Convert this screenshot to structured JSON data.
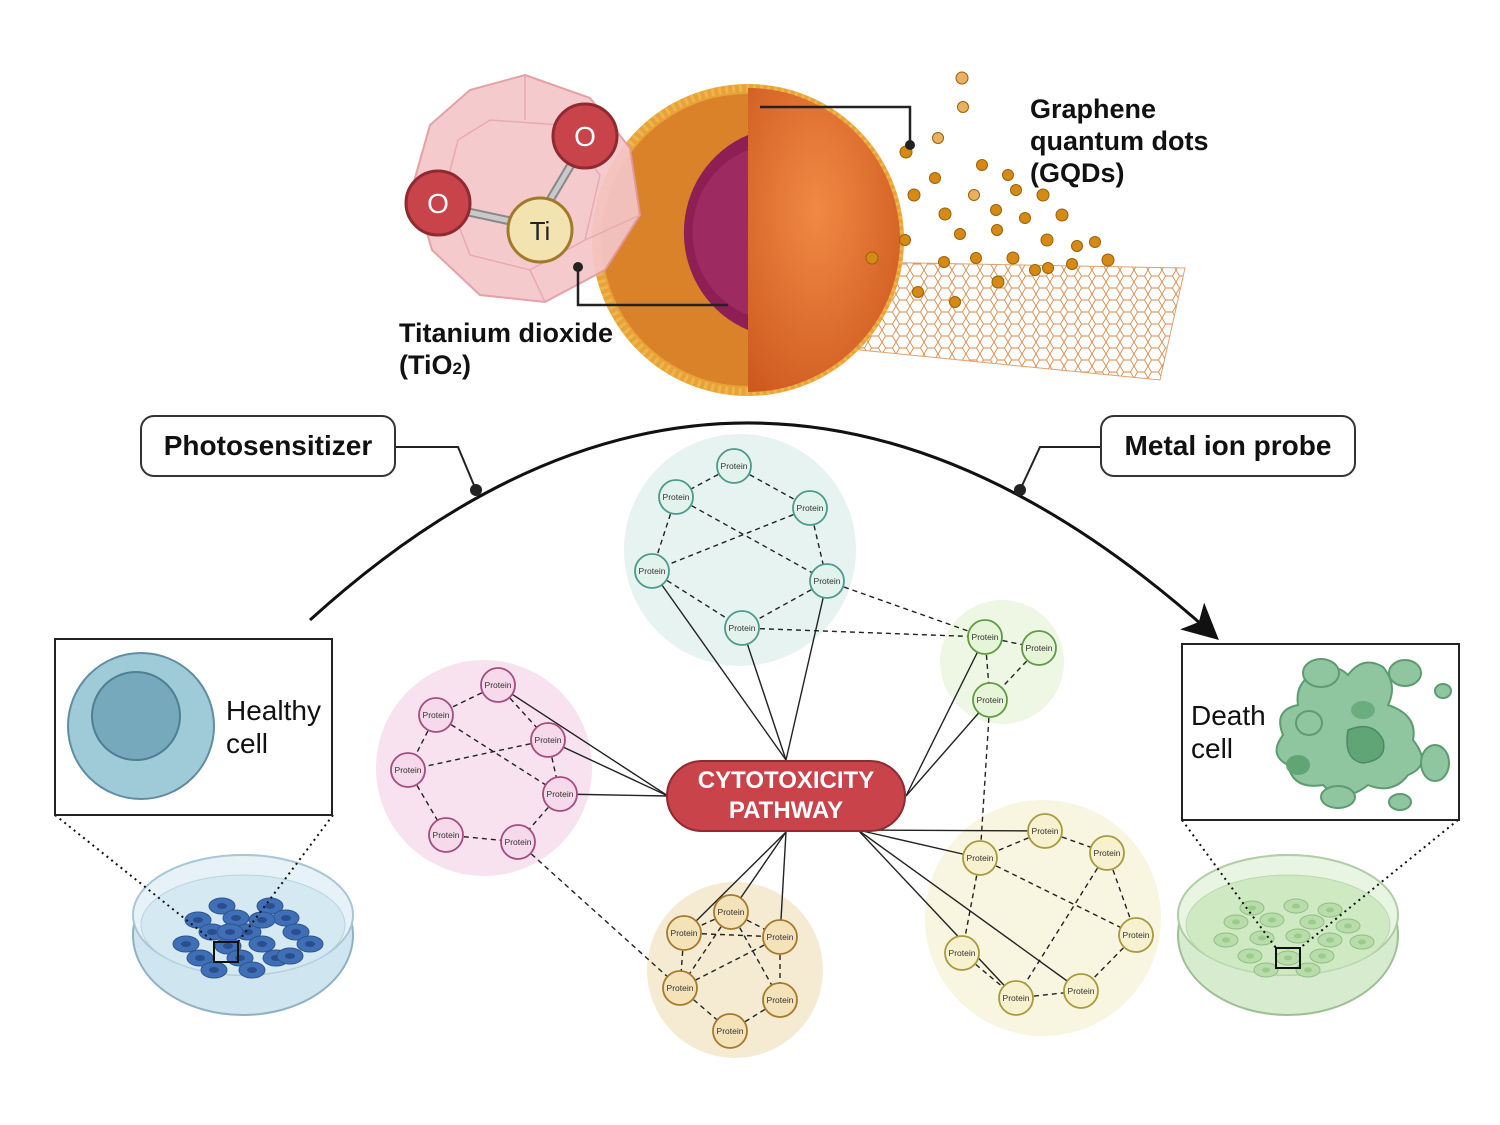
{
  "labels": {
    "gqd_line1": "Graphene",
    "gqd_line2": "quantum dots",
    "gqd_line3": "(GQDs)",
    "tio2_line1": "Titanium dioxide",
    "tio2_line2": "(TiO",
    "tio2_sub": "2",
    "tio2_close": ")",
    "photosensitizer": "Photosensitizer",
    "metal_ion_probe": "Metal ion probe",
    "healthy_line1": "Healthy",
    "healthy_line2": "cell",
    "death_line1": "Death",
    "death_line2": "cell",
    "pathway_line1": "CYTOTOXICITY",
    "pathway_line2": "PATHWAY"
  },
  "atoms": {
    "oxygen": "O",
    "titanium": "Ti"
  },
  "node_label": "Protein",
  "colors": {
    "pathway_fill": "#c9434a",
    "teal_cluster": "#e6f3f0",
    "green_cluster": "#eef6e4",
    "pink_cluster": "#f8e2f0",
    "tan_cluster": "#f5ead2",
    "yellow_cluster": "#f8f5e0",
    "nanoparticle_shell": "#e06a2a",
    "nanoparticle_core": "#8e1f55",
    "healthy_cell": "#8fc3d3",
    "death_cell": "#8fc6a0"
  }
}
